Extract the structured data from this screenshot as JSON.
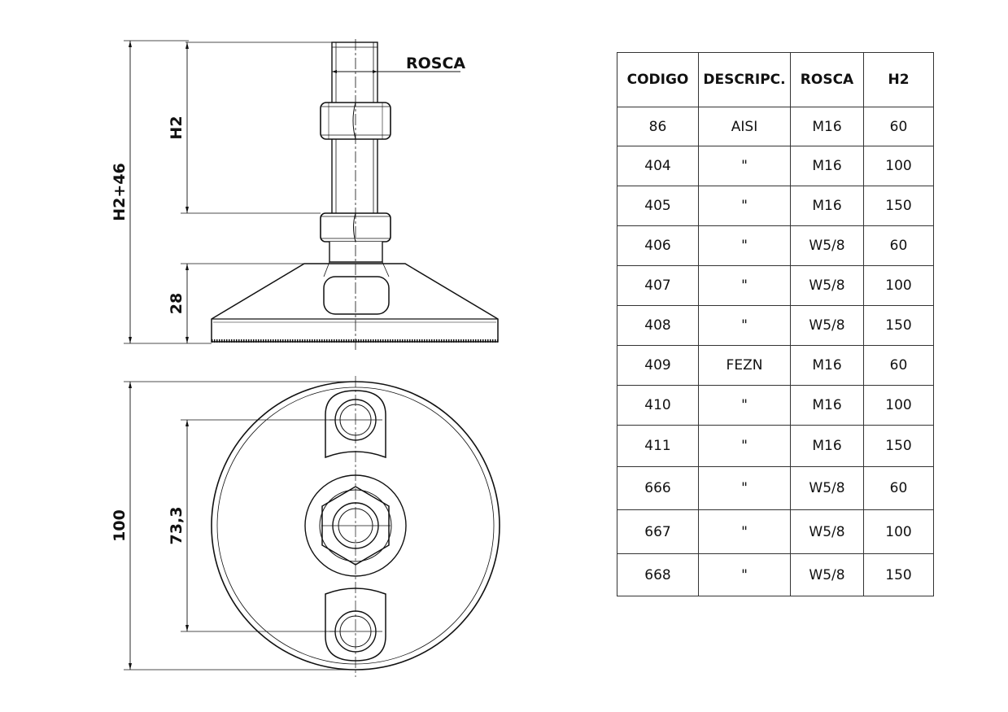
{
  "drawing": {
    "labels": {
      "thread": "ROSCA",
      "h2": "H2",
      "total_height": "H2+46",
      "base_height": "28",
      "diameter": "100",
      "hole_spacing": "73,3"
    }
  },
  "table": {
    "headers": [
      "CODIGO",
      "DESCRIPC.",
      "ROSCA",
      "H2"
    ],
    "rows": [
      [
        "86",
        "AISI",
        "M16",
        "60"
      ],
      [
        "404",
        "\"",
        "M16",
        "100"
      ],
      [
        "405",
        "\"",
        "M16",
        "150"
      ],
      [
        "406",
        "\"",
        "W5/8",
        "60"
      ],
      [
        "407",
        "\"",
        "W5/8",
        "100"
      ],
      [
        "408",
        "\"",
        "W5/8",
        "150"
      ],
      [
        "409",
        "FEZN",
        "M16",
        "60"
      ],
      [
        "410",
        "\"",
        "M16",
        "100"
      ],
      [
        "411",
        "\"",
        "M16",
        "150"
      ],
      [
        "666",
        "\"",
        "W5/8",
        "60"
      ],
      [
        "667",
        "\"",
        "W5/8",
        "100"
      ],
      [
        "668",
        "\"",
        "W5/8",
        "150"
      ]
    ]
  }
}
